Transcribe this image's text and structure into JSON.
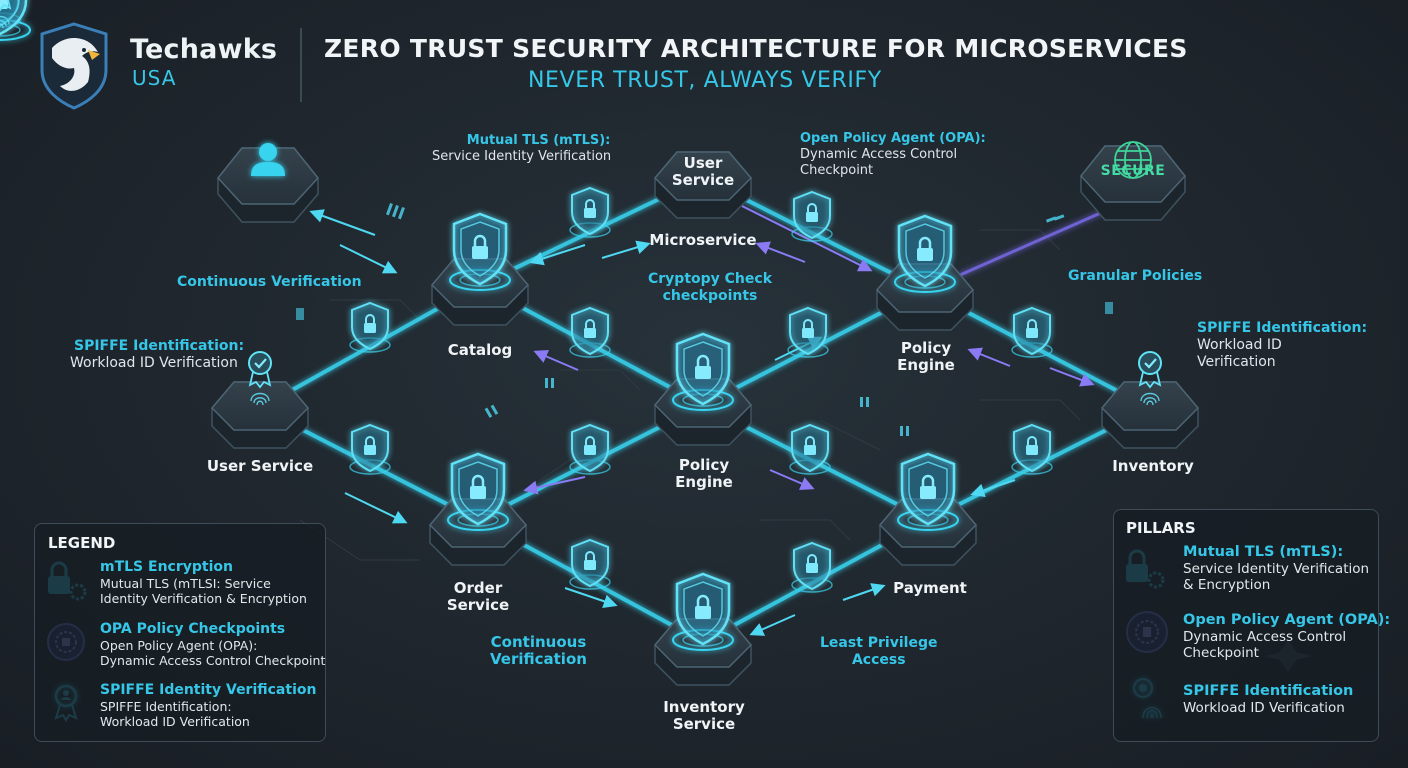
{
  "brand": {
    "name": "Techawks",
    "sub": "USA"
  },
  "header": {
    "title": "ZERO TRUST SECURITY ARCHITECTURE FOR MICROSERVICES",
    "subtitle": "NEVER TRUST, ALWAYS VERIFY"
  },
  "badge": {
    "secure": "SECURE"
  },
  "nodes": {
    "user_service_top": [
      "User",
      "Service"
    ],
    "microservice": "Microservice",
    "catalog": "Catalog",
    "policy_engine_right": [
      "Policy",
      "Engine"
    ],
    "user_service_left": "User Service",
    "policy_engine_center": [
      "Policy",
      "Engine"
    ],
    "inventory": "Inventory",
    "order_service": [
      "Order",
      "Service"
    ],
    "payment": "Payment",
    "inventory_service": [
      "Inventory",
      "Service"
    ]
  },
  "annotations": {
    "mtls_head": "Mutual TLS (mTLS):",
    "mtls_body": "Service Identity Verification",
    "opa_head": "Open Policy Agent (OPA):",
    "opa_body_1": "Dynamic Access Control",
    "opa_body_2": "Checkpoint",
    "continuous_verification": "Continuous Verification",
    "granular_policies": "Granular Policies",
    "crypto_1": "Cryptopy Check",
    "crypto_2": "checkpoints",
    "spiffe_left_head": "SPIFFE Identification:",
    "spiffe_left_body": "Workload ID Verification",
    "spiffe_right_head": "SPIFFE Identification:",
    "spiffe_right_body_1": "Workload ID",
    "spiffe_right_body_2": "Verification",
    "continuous_verification_bottom_1": "Continuous",
    "continuous_verification_bottom_2": "Verification",
    "least_privilege_1": "Least Privilege",
    "least_privilege_2": "Access"
  },
  "legend": {
    "title": "LEGEND",
    "items": [
      {
        "head": "mTLS Encryption",
        "body_1": "Mutual TLS (mTLSI: Service",
        "body_2": "Identity Verification & Encryption",
        "icon": "lock-gear-icon"
      },
      {
        "head": "OPA Policy Checkpoints",
        "body_1": "Open Policy Agent (OPA):",
        "body_2": "Dynamic Access Control Checkpoint",
        "icon": "policy-chip-icon"
      },
      {
        "head": "SPIFFE Identity Verification",
        "body_1": "SPIFFE Identification:",
        "body_2": "Workload ID Verification",
        "icon": "badge-ribbon-icon"
      }
    ]
  },
  "pillars": {
    "title": "PILLARS",
    "items": [
      {
        "head": "Mutual TLS (mTLS):",
        "body_1": "Service Identity Verification",
        "body_2": "& Encryption",
        "icon": "lock-gear-icon"
      },
      {
        "head": "Open Policy Agent (OPA):",
        "body_1": "Dynamic Access Control",
        "body_2": "Checkpoint",
        "icon": "policy-chip-icon"
      },
      {
        "head": "SPIFFE Identification",
        "body_1": "Workload ID Verification",
        "body_2": "",
        "icon": "fingerprint-icon"
      }
    ]
  },
  "colors": {
    "accent": "#36c7e8",
    "background": "#1f262d",
    "node_face": "#2c3740",
    "purple": "#7d6cf0"
  }
}
